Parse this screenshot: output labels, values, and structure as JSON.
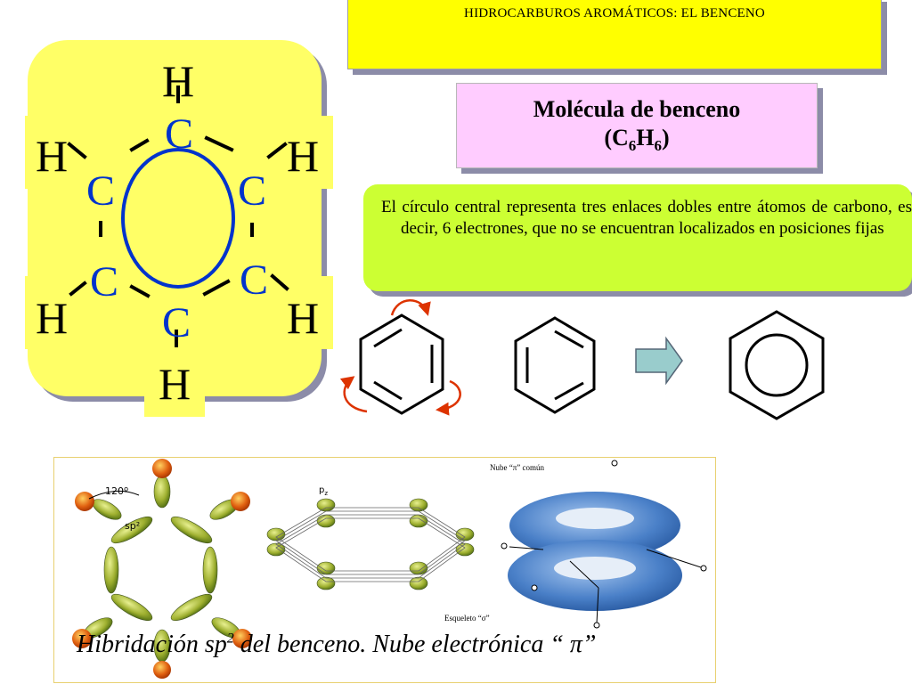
{
  "slide": {
    "title": "HIDROCARBUROS AROMÁTICOS: EL BENCENO"
  },
  "molecule_box": {
    "line1": "Molécula de benceno",
    "formula_main": "(C",
    "formula_sub1": "6",
    "formula_mid": "H",
    "formula_sub2": "6",
    "formula_end": ")"
  },
  "description": "El círculo central representa tres enlaces dobles entre átomos de carbono, es decir, 6 electrones, que no se encuentran localizados en posiciones fijas",
  "structure": {
    "h_label": "H",
    "c_label": "C"
  },
  "photo": {
    "angle_label": "120º",
    "sp_label": "sp²",
    "p_label": "p",
    "p_sub": "z",
    "pi_cloud_label": "Nube “π” común",
    "sigma_label": "Esqueleto “σ”"
  },
  "caption": {
    "part1": "Hibridación sp",
    "sup": "2",
    "part2": " del benceno. Nube electrónica “ π”"
  },
  "colors": {
    "title_bg": "#ffff00",
    "panel_bg": "#ffff66",
    "molecule_box_bg": "#ffccff",
    "description_bg": "#ccff33",
    "carbon_blue": "#0033cc",
    "arrow_fill": "#99cccc",
    "resonance_arrow": "#dd3300"
  },
  "icons": [
    "resonance-arrow-icon",
    "right-arrow-icon"
  ]
}
